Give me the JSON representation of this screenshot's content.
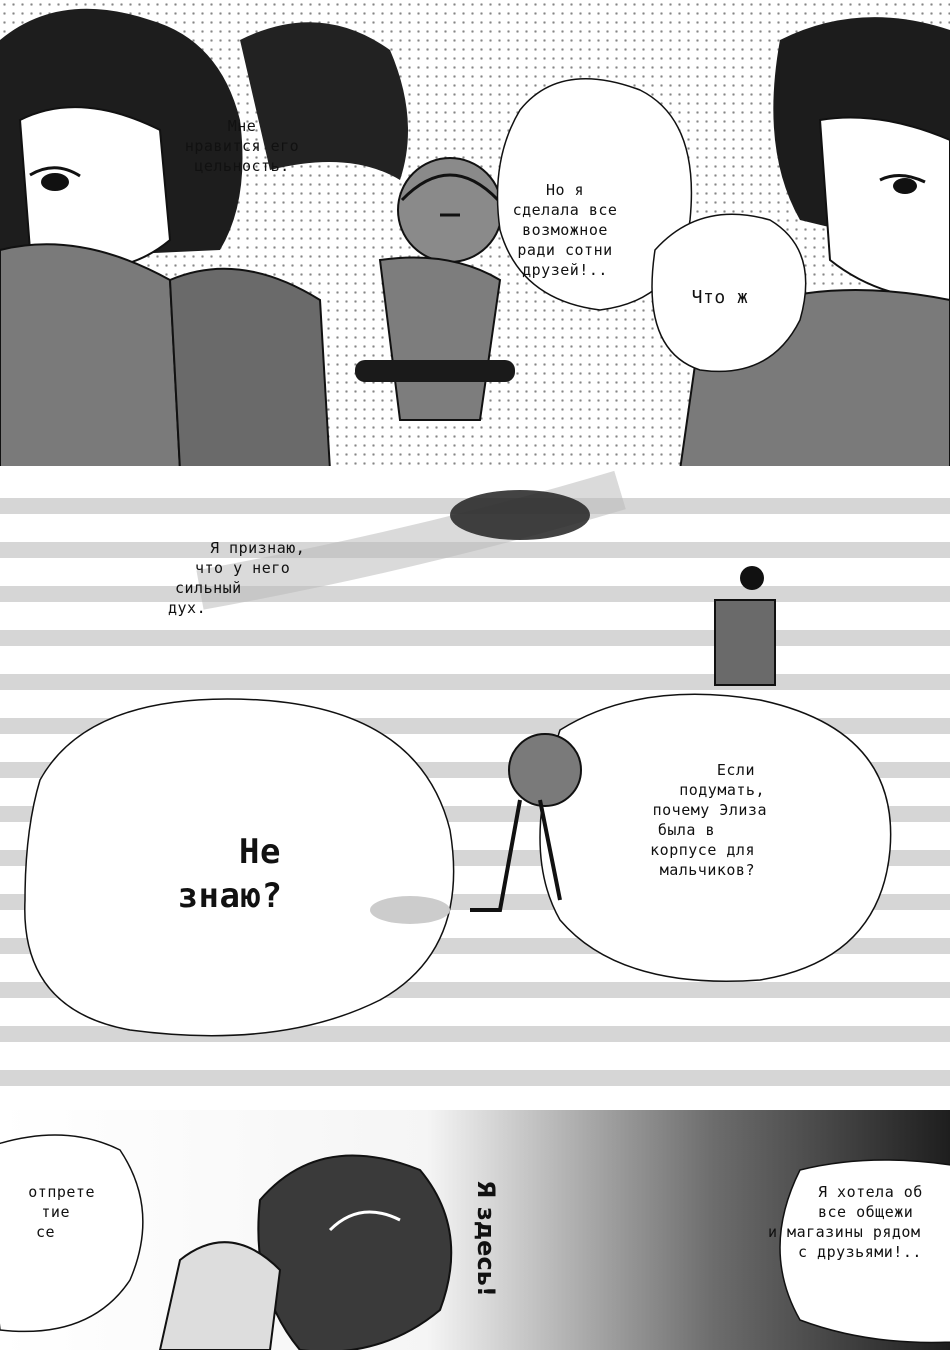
{
  "top_panel": {
    "bubble_left_lines": [
      "Мне",
      "нравится его",
      "цельность."
    ],
    "bubble_center_lines": [
      "Но я",
      "сделала все",
      "возможное",
      "ради сотни",
      "друзей!.."
    ],
    "bubble_right_lines": [
      "Что ж"
    ]
  },
  "middle_panel": {
    "narration_lines": [
      "Я признаю,",
      "что у него",
      "сильный",
      "дух."
    ],
    "bubble_large_lines": [
      "Не",
      "знаю?"
    ],
    "bubble_right_lines": [
      "Если",
      "подумать,",
      "почему Элиза",
      "была в",
      "корпусе для",
      "мальчиков?"
    ]
  },
  "bottom_panel": {
    "shout": "Я здесь!",
    "bubble_left_lines": [
      "отпрете",
      "тие",
      "се"
    ],
    "bubble_right_lines": [
      "Я хотела об",
      "все общежи",
      "и магазины рядом",
      "с друзьями!.."
    ]
  },
  "colors": {
    "ink": "#111111",
    "tone_gray": "#6d6d6d",
    "paper": "#ffffff"
  }
}
